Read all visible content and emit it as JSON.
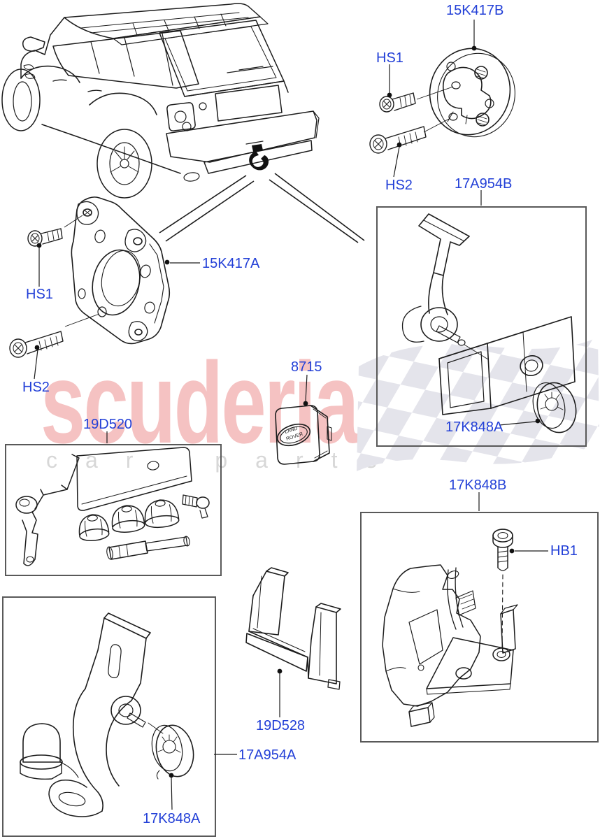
{
  "labels": {
    "flangeB": "15K417B",
    "hs1Top": "HS1",
    "hs2Top": "HS2",
    "receiverKit": "17A954B",
    "capReceiver": "17K848A",
    "plug": "8715",
    "wiringKit": "19D520",
    "flangeA": "15K417A",
    "hs1Left": "HS1",
    "hs2Left": "HS2",
    "socketKit": "17K848B",
    "hb1": "HB1",
    "holder": "19D528",
    "towballKit": "17A954A",
    "capTowball": "17K848A"
  },
  "badge": {
    "line1": "LAND",
    "line2": "ROVER"
  },
  "watermark": {
    "brand": "scuderia",
    "letters": "car parts"
  },
  "colors": {
    "label_blue": "#2340d7",
    "line_art": "#1c1c1c",
    "watermark_brand": "#f5c2c2",
    "watermark_letters": "#d7d7d7",
    "flag_checker": "#e4e4eb",
    "box_border": "#595959",
    "background": "#ffffff"
  }
}
